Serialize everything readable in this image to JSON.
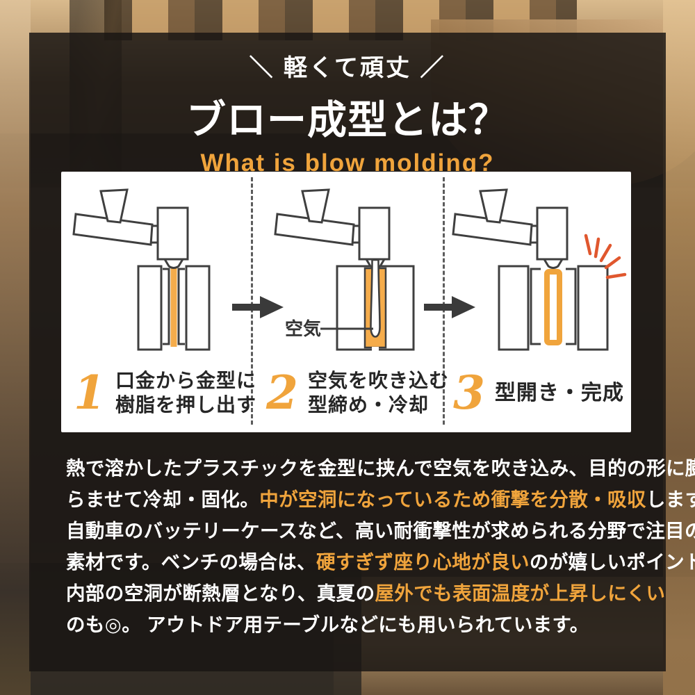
{
  "colors": {
    "accent_orange": "#F0A43C",
    "diagram_orange": "#F5AC4B",
    "spark_red": "#E0572E",
    "stroke_dark": "#3F3F3F",
    "panel_white": "#FFFFFF"
  },
  "header": {
    "slogan": "＼ 軽くて頑丈 ／",
    "title": "ブロー成型とは？",
    "subtitle": "What is blow molding?"
  },
  "steps": [
    {
      "number": "1",
      "caption_line1": "口金から金型に",
      "caption_line2": "樹脂を押し出す"
    },
    {
      "number": "2",
      "caption_line1": "空気を吹き込む",
      "caption_line2": "型締め・冷却",
      "air_label": "空気"
    },
    {
      "number": "3",
      "caption_line1": "型開き・完成"
    }
  ],
  "icons": {
    "arrow": "arrow-right-icon",
    "sparkle": "sparkle-icon"
  },
  "description": {
    "l1": "熱で溶かしたプラスチックを金型に挟んで空気を吹き込み、目的の形に膨",
    "l2a": "らませて冷却・固化。",
    "l2b": "中が空洞になっているため衝撃を分散・吸収",
    "l2c": "します。",
    "l3": "自動車のバッテリーケースなど、高い耐衝撃性が求められる分野で注目の",
    "l4a": "素材です。ベンチの場合は、",
    "l4b": "硬すぎず座り心地が良い",
    "l4c": "のが嬉しいポイント。",
    "l5a": "内部の空洞が断熱層となり、真夏の",
    "l5b": "屋外でも表面温度が上昇しにくい",
    "l6": "のも◎。 アウトドア用テーブルなどにも用いられています。"
  }
}
